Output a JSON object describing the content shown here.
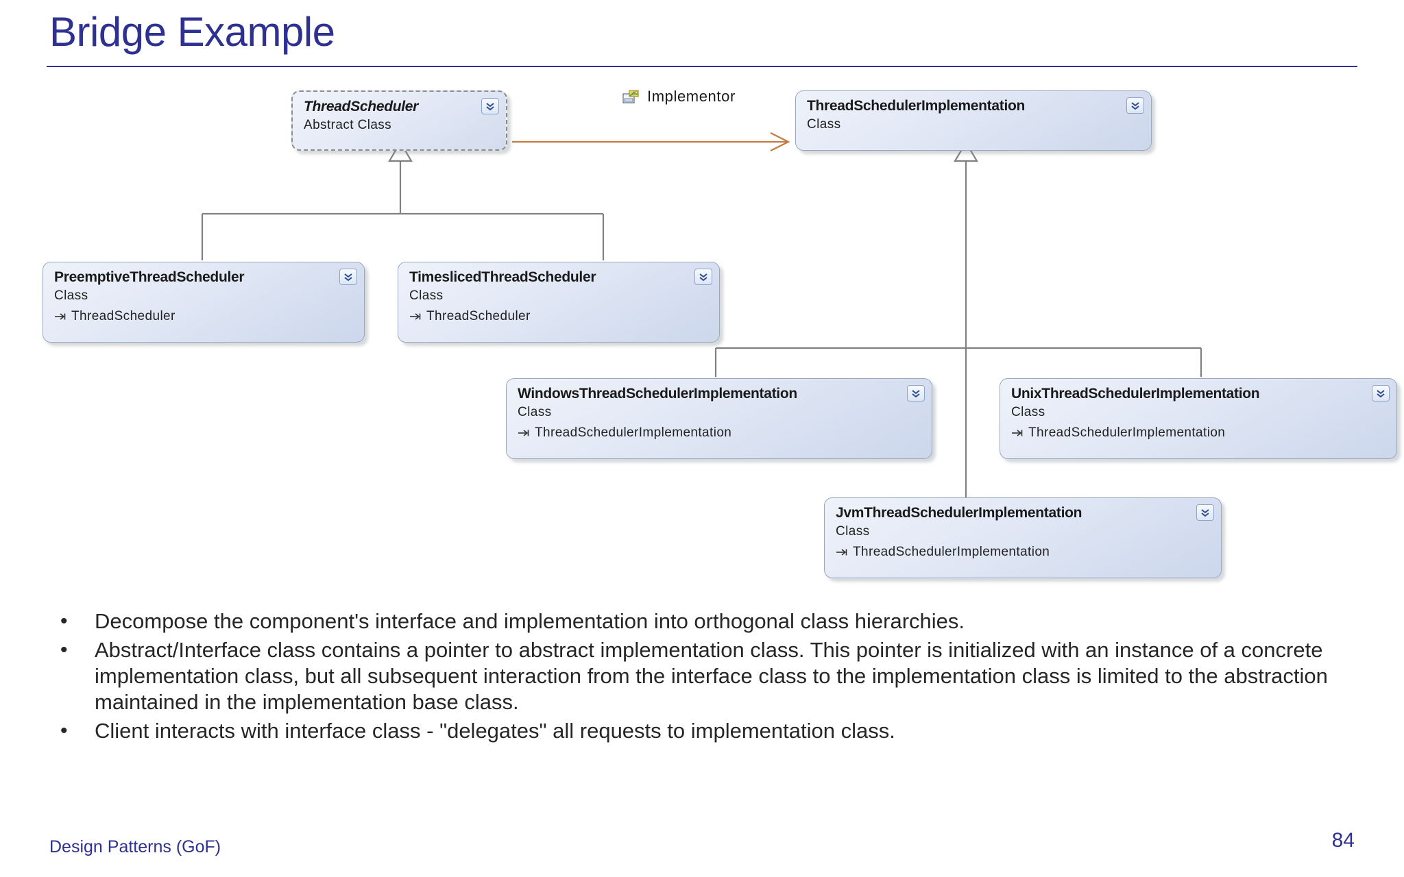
{
  "slide": {
    "title": "Bridge Example",
    "footer_left": "Design Patterns (GoF)",
    "page_number": "84",
    "accent_color": "#2e3192",
    "association_color": "#c07a43",
    "connector_color": "#808080"
  },
  "diagram": {
    "association_label": "Implementor",
    "association_icon": "property-association-icon",
    "expander_icon": "chevron-double-down-icon",
    "base_class_icon": "inheritance-arrow-icon",
    "classes": [
      {
        "id": "thread-scheduler",
        "name": "ThreadScheduler",
        "stereotype": "Abstract Class",
        "base": "",
        "abstract": true
      },
      {
        "id": "thread-scheduler-implementation",
        "name": "ThreadSchedulerImplementation",
        "stereotype": "Class",
        "base": "",
        "abstract": false
      },
      {
        "id": "preemptive-thread-scheduler",
        "name": "PreemptiveThreadScheduler",
        "stereotype": "Class",
        "base": "ThreadScheduler",
        "abstract": false
      },
      {
        "id": "timesliced-thread-scheduler",
        "name": "TimeslicedThreadScheduler",
        "stereotype": "Class",
        "base": "ThreadScheduler",
        "abstract": false
      },
      {
        "id": "windows-thread-scheduler-implementation",
        "name": "WindowsThreadSchedulerImplementation",
        "stereotype": "Class",
        "base": "ThreadSchedulerImplementation",
        "abstract": false
      },
      {
        "id": "unix-thread-scheduler-implementation",
        "name": "UnixThreadSchedulerImplementation",
        "stereotype": "Class",
        "base": "ThreadSchedulerImplementation",
        "abstract": false
      },
      {
        "id": "jvm-thread-scheduler-implementation",
        "name": "JvmThreadSchedulerImplementation",
        "stereotype": "Class",
        "base": "ThreadSchedulerImplementation",
        "abstract": false
      }
    ]
  },
  "bullets": [
    {
      "marker": "•",
      "text": "Decompose the component's interface and implementation into orthogonal class hierarchies."
    },
    {
      "marker": "•",
      "text": "Abstract/Interface class contains a pointer to abstract implementation class. This pointer is initialized with an instance of a concrete implementation class, but all subsequent interaction from the interface class to the implementation class is limited to the abstraction maintained in the implementation base class."
    },
    {
      "marker": "•",
      "text": "Client interacts with interface class - \"delegates\" all requests to implementation class."
    }
  ]
}
